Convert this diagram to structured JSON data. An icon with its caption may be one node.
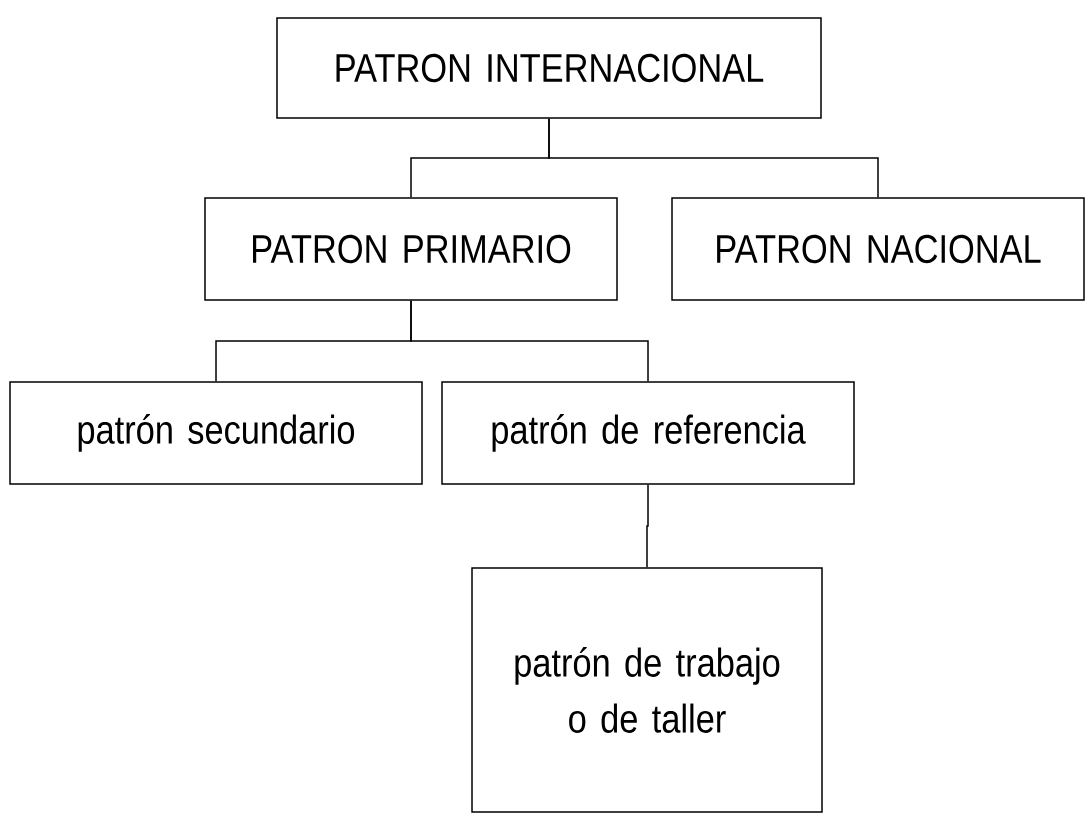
{
  "diagram": {
    "nodes": [
      {
        "text": [
          "PATRON INTERNACIONAL"
        ]
      },
      {
        "text": [
          "PATRON PRIMARIO"
        ]
      },
      {
        "text": [
          "PATRON NACIONAL"
        ]
      },
      {
        "text": [
          "patrón secundario"
        ]
      },
      {
        "text": [
          "patrón de referencia"
        ]
      },
      {
        "text": [
          "patrón de trabajo o de taller"
        ]
      }
    ],
    "edges": [
      {
        "from": 0,
        "to": 1,
        "arrow": "none"
      },
      {
        "from": 0,
        "to": 2,
        "arrow": "none"
      },
      {
        "from": 1,
        "to": 3,
        "arrow": "none"
      },
      {
        "from": 1,
        "to": 4,
        "arrow": "none"
      },
      {
        "from": 4,
        "to": 5,
        "arrow": "none"
      }
    ]
  }
}
